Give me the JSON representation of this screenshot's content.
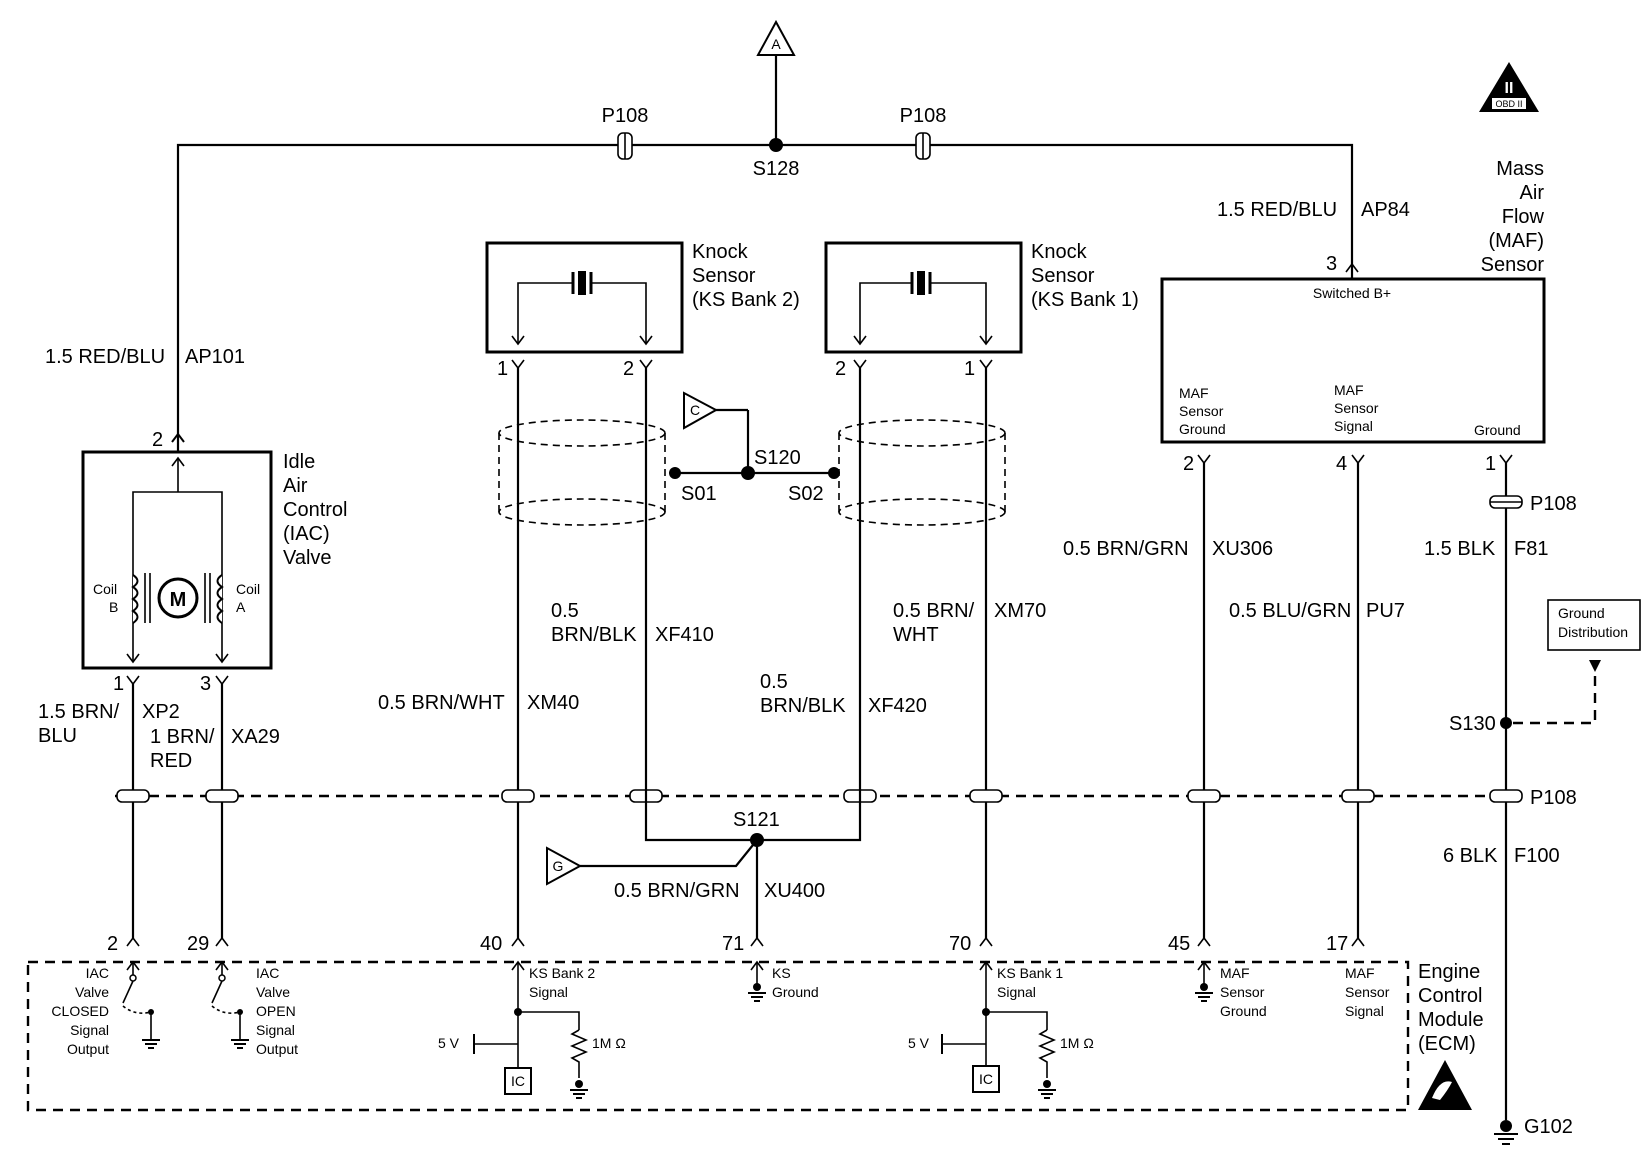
{
  "top": {
    "connector_a": "A",
    "p108_left": "P108",
    "p108_right": "P108",
    "s128": "S128",
    "obd_badge_top": "II",
    "obd_badge_bottom": "OBD II"
  },
  "iac": {
    "wire_top_label": "1.5 RED/BLU",
    "wire_top_circuit": "AP101",
    "pin_top": "2",
    "title": [
      "Idle",
      "Air",
      "Control",
      "(IAC)",
      "Valve"
    ],
    "coil_b": [
      "Coil",
      "B"
    ],
    "coil_a": [
      "Coil",
      "A"
    ],
    "motor": "M",
    "pin_left": "1",
    "pin_right": "3",
    "wire1_label": [
      "1.5 BRN/",
      "BLU"
    ],
    "wire1_circuit": "XP2",
    "wire3_label": [
      "1 BRN/",
      "RED"
    ],
    "wire3_circuit": "XA29"
  },
  "ks2": {
    "title": [
      "Knock",
      "Sensor",
      "(KS Bank 2)"
    ],
    "pin1": "1",
    "pin2": "2",
    "wire1_label": "0.5 BRN/WHT",
    "wire1_circuit": "XM40",
    "wire2_label": [
      "0.5",
      "BRN/BLK"
    ],
    "wire2_circuit": "XF410",
    "s01": "S01"
  },
  "ks1": {
    "title": [
      "Knock",
      "Sensor",
      "(KS Bank 1)"
    ],
    "pin2": "2",
    "pin1": "1",
    "wire2_label": [
      "0.5",
      "BRN/BLK"
    ],
    "wire2_circuit": "XF420",
    "wire1_label": [
      "0.5 BRN/",
      "WHT"
    ],
    "wire1_circuit": "XM70",
    "s02": "S02"
  },
  "shield": {
    "connector_c": "C",
    "s120": "S120"
  },
  "maf": {
    "title": [
      "Mass",
      "Air",
      "Flow",
      "(MAF)",
      "Sensor"
    ],
    "wire_top_label": "1.5 RED/BLU",
    "wire_top_circuit": "AP84",
    "pin_top": "3",
    "switched": "Switched B+",
    "ground_label": [
      "MAF",
      "Sensor",
      "Ground"
    ],
    "signal_label": [
      "MAF",
      "Sensor",
      "Signal"
    ],
    "gnd_label": "Ground",
    "pin_ground": "2",
    "pin_signal": "4",
    "pin_gnd": "1",
    "wire_ground_label": "0.5  BRN/GRN",
    "wire_ground_circuit": "XU306",
    "wire_signal_label": "0.5 BLU/GRN",
    "wire_signal_circuit": "PU7",
    "p108": "P108",
    "wire_gnd_label": "1.5 BLK",
    "wire_gnd_circuit": "F81"
  },
  "ground_dist": {
    "label": [
      "Ground",
      "Distribution"
    ],
    "s130": "S130",
    "p108": "P108",
    "wire_label": "6 BLK",
    "wire_circuit": "F100",
    "g102": "G102"
  },
  "s121": {
    "label": "S121",
    "connector_g": "G",
    "wire_label": "0.5 BRN/GRN",
    "wire_circuit": "XU400"
  },
  "ecm": {
    "title": [
      "Engine",
      "Control",
      "Module",
      "(ECM)"
    ],
    "pin2": "2",
    "pin29": "29",
    "pin40": "40",
    "pin71": "71",
    "pin70": "70",
    "pin45": "45",
    "pin17": "17",
    "iac_closed": [
      "IAC",
      "Valve",
      "CLOSED",
      "Signal",
      "Output"
    ],
    "iac_open": [
      "IAC",
      "Valve",
      "OPEN",
      "Signal",
      "Output"
    ],
    "ks2_signal": [
      "KS Bank 2",
      "Signal"
    ],
    "ks_ground": [
      "KS",
      "Ground"
    ],
    "ks1_signal": [
      "KS Bank 1",
      "Signal"
    ],
    "maf_ground": [
      "MAF",
      "Sensor",
      "Ground"
    ],
    "maf_signal": [
      "MAF",
      "Sensor",
      "Signal"
    ],
    "five_v": "5 V",
    "resistor": "1M Ω",
    "ic": "IC"
  }
}
